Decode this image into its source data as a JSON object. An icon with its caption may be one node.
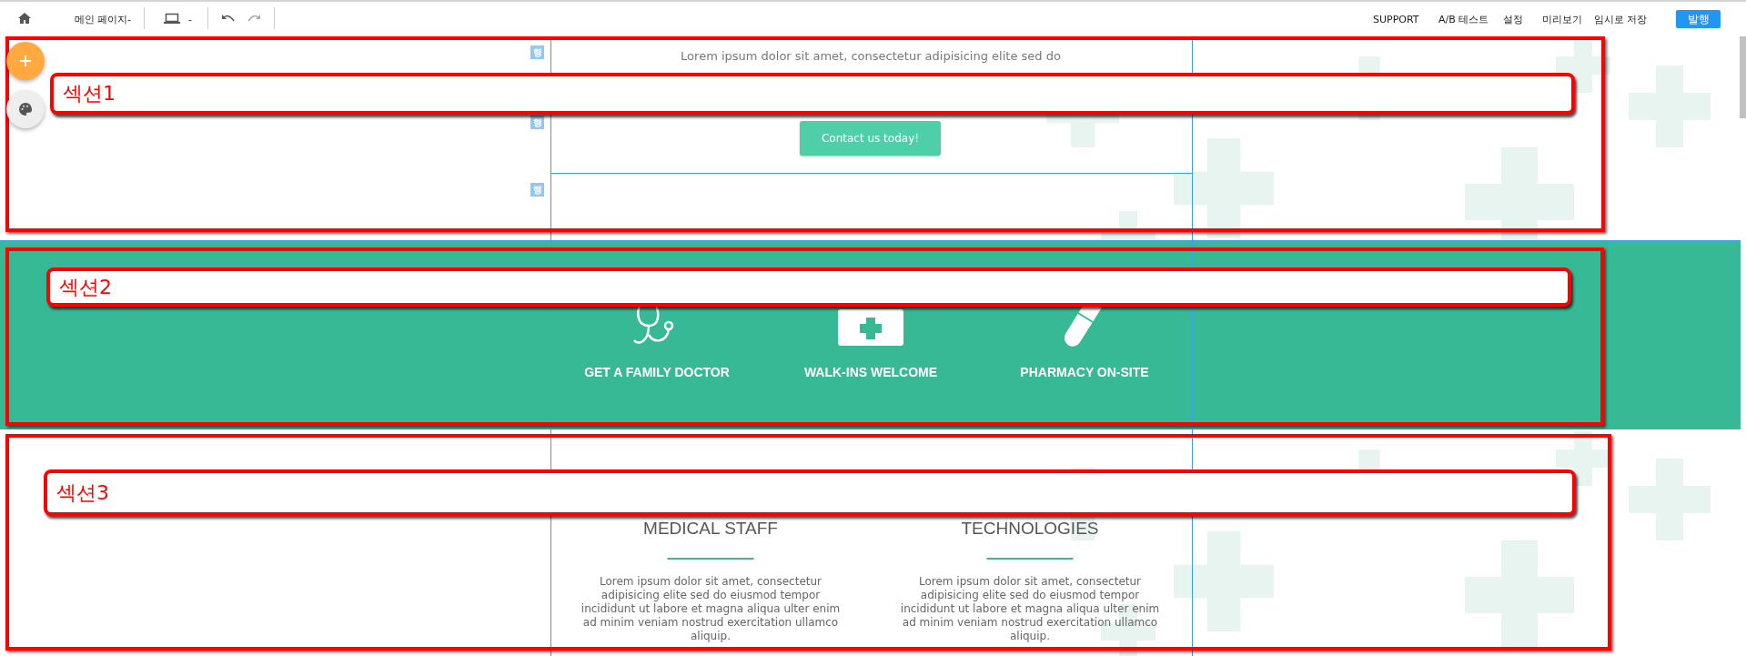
{
  "diagram": {
    "nodes": [
      {
        "text": [],
        "shape": "box"
      },
      {
        "text": [
          "섹션1"
        ],
        "in": 0
      },
      {
        "text": [],
        "shape": "box"
      },
      {
        "text": [
          "섹션2"
        ],
        "in": 2
      },
      {
        "text": [],
        "shape": "box"
      },
      {
        "text": [
          "섹션3"
        ],
        "in": 4
      }
    ],
    "edges": [],
    "labels": [
      "메인 페이지",
      "-",
      "-",
      "SUPPORT",
      "A/B 테스트",
      "설정",
      "미리보기",
      "임시로 저장",
      "발행",
      "행",
      "Lorem ipsum dolor sit amet, consectetur adipisicing elite sed do",
      "행",
      "Contact us today!",
      "행",
      "GET A FAMILY DOCTOR",
      "WALK-INS WELCOME",
      "PHARMACY ON-SITE",
      "MEDICAL STAFF",
      "TECHNOLOGIES",
      "Lorem ipsum dolor sit amet, consectetur adipisicing elite sed do eiusmod tempor incididunt ut labore et  magna aliqua ulter enim ad minim veniam nostrud exercitation ullamco aliquip.",
      "Lorem ipsum dolor sit amet, consectetur adipisicing elite sed do eiusmod tempor incididunt ut labore et  magna aliqua ulter enim ad minim veniam nostrud exercitation ullamco aliquip."
    ]
  }
}
